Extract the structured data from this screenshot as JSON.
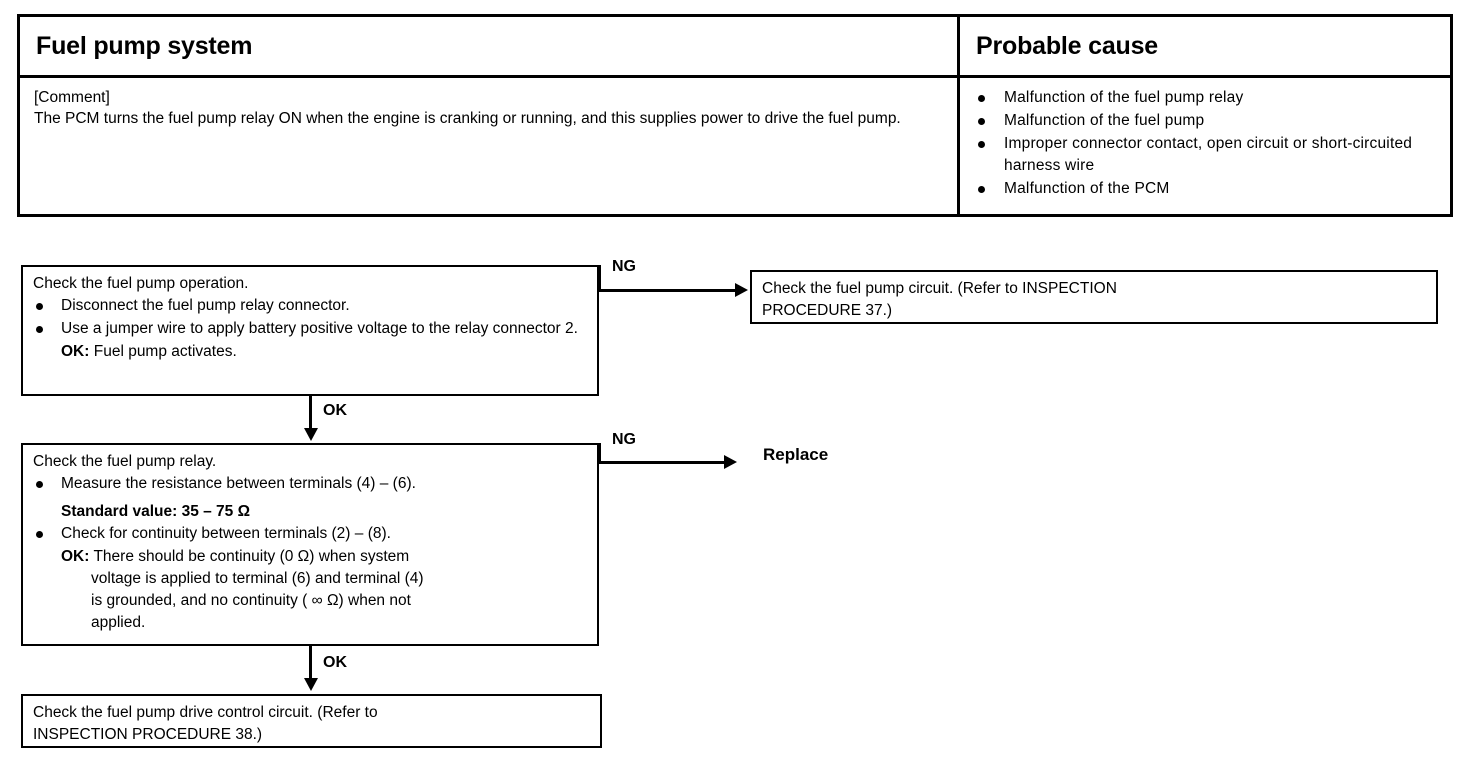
{
  "table": {
    "headers": {
      "left": "Fuel pump system",
      "right": "Probable cause"
    },
    "comment_tag": "[Comment]",
    "comment_body": "The PCM turns the fuel pump relay ON when the engine is cranking or running, and this supplies power to drive the fuel pump.",
    "probable_causes": [
      "Malfunction of the fuel pump relay",
      "Malfunction of the fuel pump",
      "Improper connector contact, open circuit or short-circuited harness wire",
      "Malfunction of the PCM"
    ]
  },
  "flowchart": {
    "box_check_operation": {
      "heading": "Check the fuel pump operation.",
      "bullets": [
        "Disconnect the fuel pump relay connector.",
        "Use a jumper wire to apply battery positive voltage to the relay connector 2."
      ],
      "ok_label": "OK:",
      "ok_text": "Fuel pump activates."
    },
    "box_check_circuit": {
      "line1": "Check the fuel pump circuit. (Refer to  INSPECTION",
      "line2": "PROCEDURE 37.)"
    },
    "box_check_relay": {
      "heading": "Check the fuel pump relay.",
      "bullet1": "Measure the resistance between terminals (4) – (6).",
      "standard_value": "Standard value: 35 – 75 Ω",
      "bullet2": "Check for continuity between terminals (2) – (8).",
      "ok_label": "OK:",
      "ok_text_line1": "There should be continuity (0 Ω) when system",
      "ok_text_line2": "voltage is applied to terminal (6) and terminal (4)",
      "ok_text_line3": "is grounded, and no continuity ( ∞  Ω) when not",
      "ok_text_line4": "applied."
    },
    "box_check_drive": {
      "line1": "Check the fuel pump drive control circuit. (Refer to",
      "line2": "INSPECTION PROCEDURE 38.)"
    },
    "edge_labels": {
      "ng_top": "NG",
      "ok_top": "OK",
      "ng_middle": "NG",
      "ok_middle": "OK"
    },
    "result_replace": "Replace"
  },
  "colors": {
    "ink": "#000000",
    "paper": "#ffffff"
  }
}
